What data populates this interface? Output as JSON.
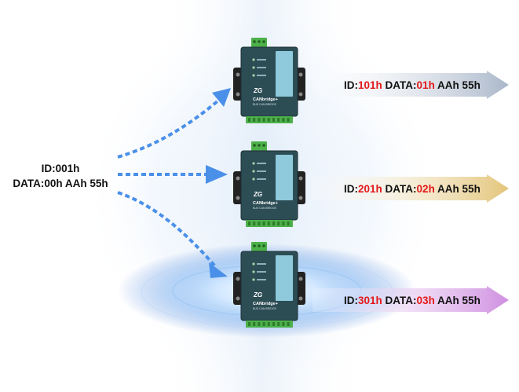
{
  "input": {
    "id_line": "ID:001h",
    "data_line": "DATA:00h AAh 55h"
  },
  "devices": [
    {
      "brand": "CANbridge+",
      "model_text": "BUS CAN BRIDGE",
      "logo": "ZG",
      "output": {
        "id_label": "ID:",
        "id_value": "101h",
        "data_label": "DATA:",
        "data_value": "01h",
        "tail": "AAh 55h"
      },
      "arrow_color": "#b3bfd0"
    },
    {
      "brand": "CANbridge+",
      "model_text": "BUS CAN BRIDGE",
      "logo": "ZG",
      "output": {
        "id_label": "ID:",
        "id_value": "201h",
        "data_label": "DATA:",
        "data_value": "02h",
        "tail": "AAh 55h"
      },
      "arrow_color": "#e6cf8e"
    },
    {
      "brand": "CANbridge+",
      "model_text": "BUS CAN BRIDGE",
      "logo": "ZG",
      "output": {
        "id_label": "ID:",
        "id_value": "301h",
        "data_label": "DATA:",
        "data_value": "03h",
        "tail": "AAh 55h"
      },
      "arrow_color": "#d8a6e4"
    }
  ],
  "colors": {
    "highlight_value": "#e3191a",
    "text": "#111111",
    "dashed_arrow": "#4a90e8",
    "device_body": "#2d4d55",
    "device_panel": "#8ec9dc",
    "terminal": "#4db04a"
  },
  "icons": {
    "dashed_arrow": "dashed-arrow-icon",
    "output_arrow": "output-arrow-icon",
    "glow": "glow-halo"
  }
}
